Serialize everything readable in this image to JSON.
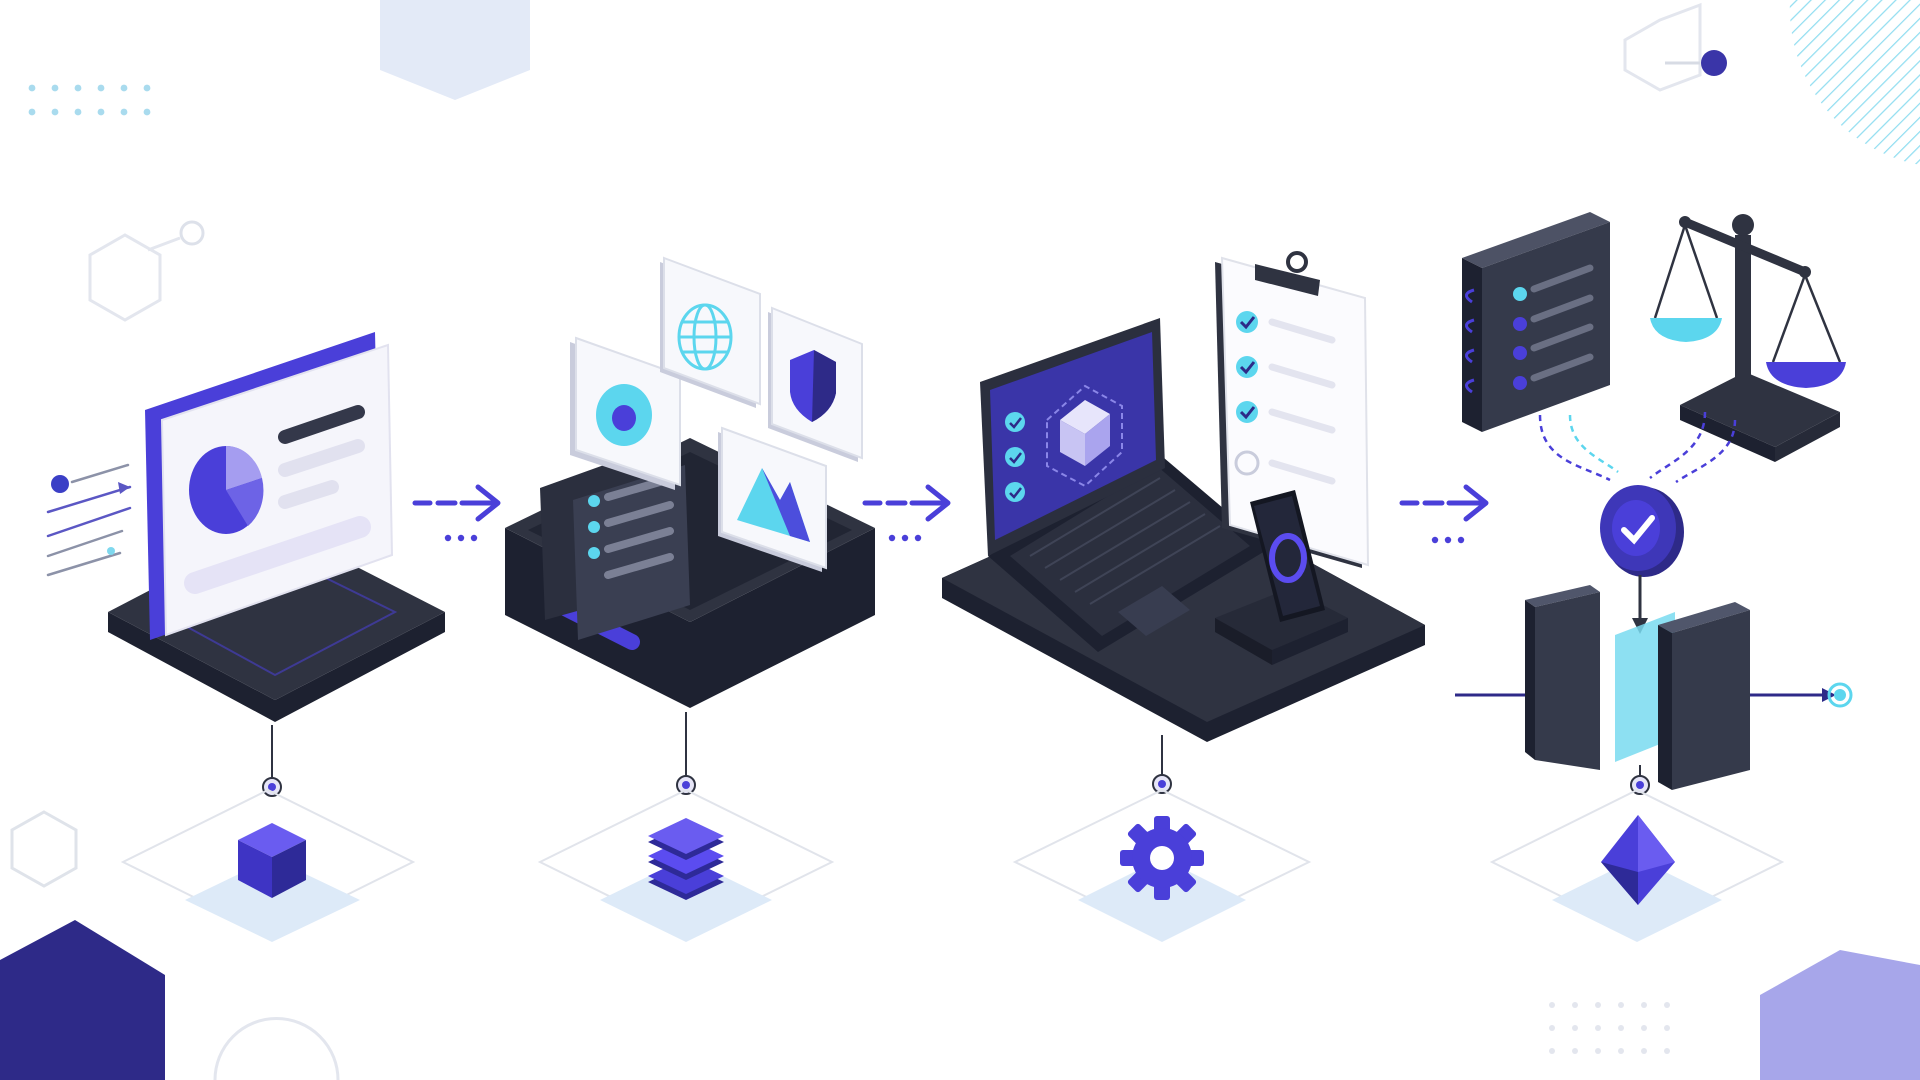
{
  "colors": {
    "background": "#ffffff",
    "indigo": "#4a3fd9",
    "violet": "#5b4cf0",
    "navy": "#2e2a88",
    "dark_platform": "#2f3341",
    "dark_platform_side": "#1d2130",
    "cyan": "#5cd6ee",
    "light_lavender": "#e6e5f7",
    "pale_blue": "#dde6f6",
    "outline": "#dfe3ea",
    "periwinkle": "#a7a6ea"
  },
  "stages": [
    {
      "id": "stage-1",
      "main_illustration": "dashboard-panel-on-platform",
      "emblem_icon": "cube-icon",
      "screen_icons": [
        "pie-chart-icon"
      ]
    },
    {
      "id": "stage-2",
      "main_illustration": "tray-with-cards",
      "emblem_icon": "stacked-layers-icon",
      "screen_icons": [
        "globe-icon",
        "record-icon",
        "shield-icon",
        "mountain-image-icon",
        "checklist-icon"
      ]
    },
    {
      "id": "stage-3",
      "main_illustration": "laptop-clipboard-phone-workstation",
      "emblem_icon": "gear-icon",
      "screen_icons": [
        "check-icon",
        "cube-icon",
        "clipboard-icon",
        "ring-progress-icon"
      ]
    },
    {
      "id": "stage-4",
      "main_illustration": "binder-scales-gate",
      "emblem_icon": "diamond-icon",
      "screen_icons": [
        "binder-checklist-icon",
        "balance-scale-icon",
        "verified-badge-icon",
        "gate-pillars-icon"
      ]
    }
  ],
  "connector_count": 3
}
